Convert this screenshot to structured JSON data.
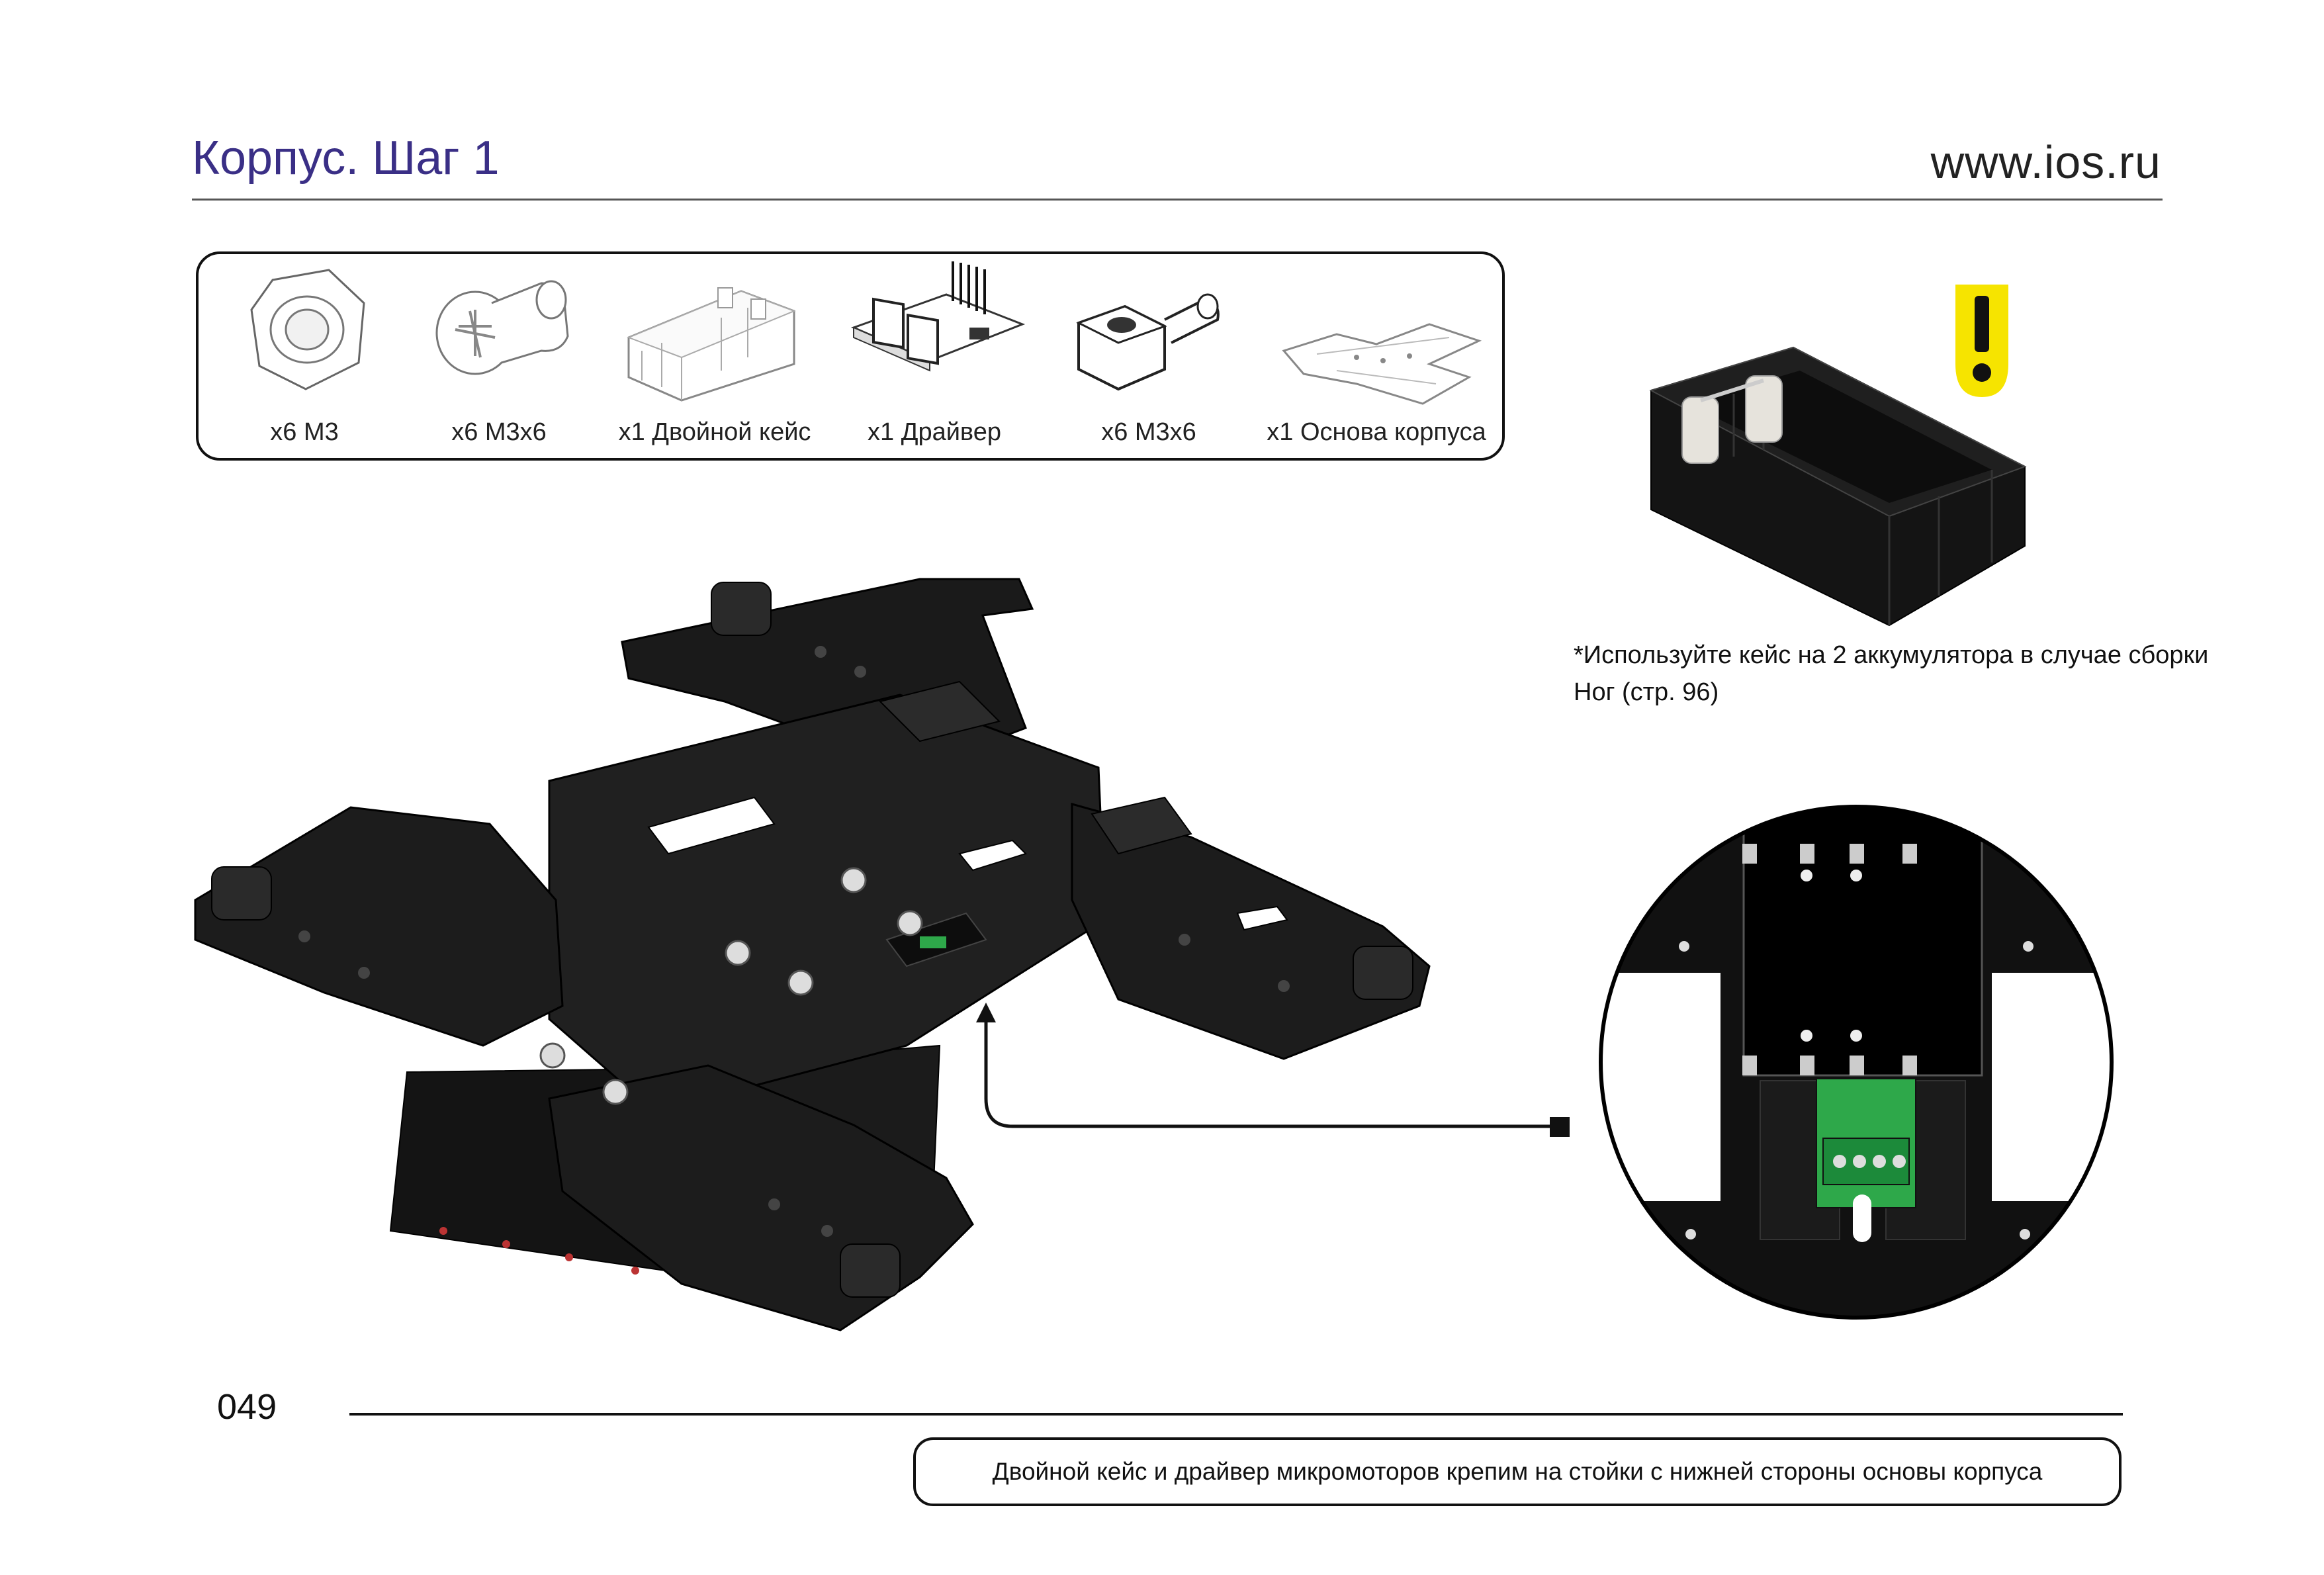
{
  "header": {
    "title": "Корпус. Шаг 1",
    "site": "www.ios.ru"
  },
  "parts": [
    {
      "icon": "nut-icon",
      "label": "x6 M3"
    },
    {
      "icon": "countersunk-screw-icon",
      "label": "x6 M3x6"
    },
    {
      "icon": "dual-battery-case-icon",
      "label": "x1 Двойной кейс"
    },
    {
      "icon": "motor-driver-icon",
      "label": "x1 Драйвер"
    },
    {
      "icon": "standoff-icon",
      "label": "x6 M3x6"
    },
    {
      "icon": "chassis-base-icon",
      "label": "x1 Основа корпуса"
    }
  ],
  "note": {
    "icon": "warning-exclamation-icon",
    "text": "*Используйте кейс на 2 аккумулятора в случае сборки Ног (стр. 96)"
  },
  "footer": {
    "page_number": "049",
    "caption": "Двойной кейс и драйвер микромоторов крепим на стойки с нижней стороны основы корпуса"
  },
  "colors": {
    "title": "#3a2f86",
    "warning": "#f6e400",
    "board_green": "#2ea84a",
    "part": "#1c1c1c"
  }
}
